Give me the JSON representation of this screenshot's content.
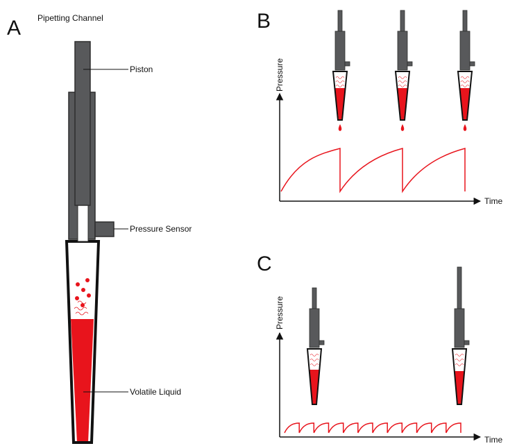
{
  "panels": {
    "a": {
      "letter": "A",
      "title": "Pipetting Channel",
      "labels": {
        "piston": "Piston",
        "pressure_sensor": "Pressure Sensor",
        "volatile_liquid": "Volatile Liquid"
      }
    },
    "b": {
      "letter": "B",
      "y_axis": "Pressure",
      "x_axis": "Time"
    },
    "c": {
      "letter": "C",
      "y_axis": "Pressure",
      "x_axis": "Time"
    }
  },
  "colors": {
    "liquid": "#e8141c",
    "channel_fill": "#58595b",
    "channel_stroke": "#2e2e2e",
    "tip_stroke": "#111111",
    "axis": "#111111"
  }
}
